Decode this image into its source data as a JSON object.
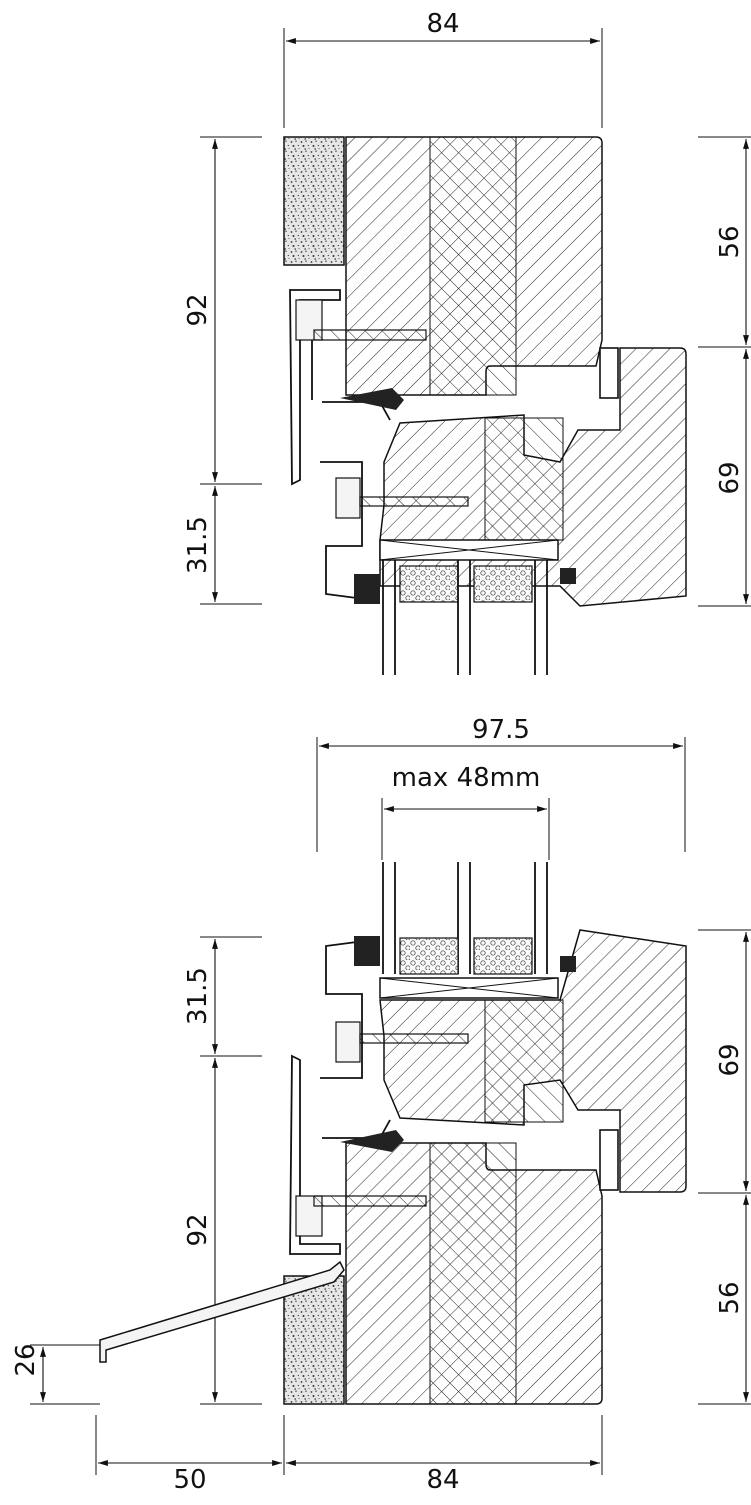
{
  "upper_section": {
    "dim_top_width": "84",
    "dim_frame_height": "92",
    "dim_bead_height": "31.5",
    "dim_sash_top": "56",
    "dim_sash_bottom": "69"
  },
  "lower_section": {
    "dim_overall_width": "97.5",
    "dim_glazing": "max 48mm",
    "dim_bead_height": "31.5",
    "dim_frame_height": "92",
    "dim_sill_drop": "26",
    "dim_sash_top": "69",
    "dim_sash_bottom": "56",
    "dim_sill_projection": "50",
    "dim_bottom_width": "84"
  },
  "colors": {
    "line": "#111111",
    "background": "#ffffff"
  }
}
